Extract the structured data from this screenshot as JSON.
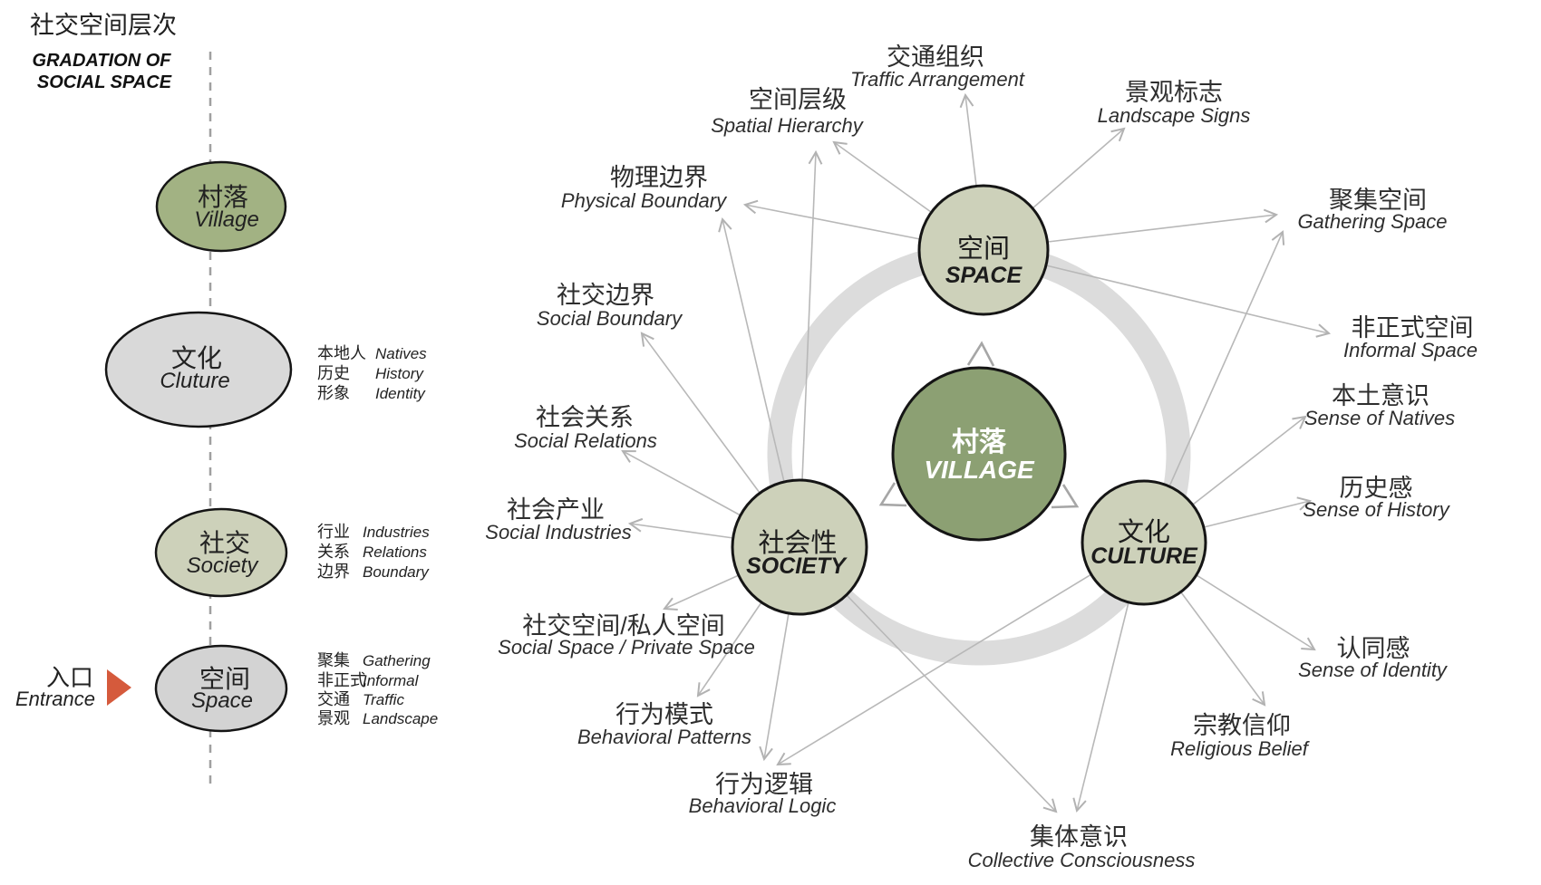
{
  "title": {
    "zh": "社交空间层次",
    "en_line1": "GRADATION OF",
    "en_line2": "SOCIAL SPACE"
  },
  "axis": {
    "village": {
      "zh": "村落",
      "en": "Village"
    },
    "culture": {
      "zh": "文化",
      "en": "Cluture"
    },
    "culture_attrs": [
      {
        "zh": "本地人",
        "en": "Natives"
      },
      {
        "zh": "历史",
        "en": "History"
      },
      {
        "zh": "形象",
        "en": "Identity"
      }
    ],
    "society": {
      "zh": "社交",
      "en": "Society"
    },
    "society_attrs": [
      {
        "zh": "行业",
        "en": "Industries"
      },
      {
        "zh": "关系",
        "en": "Relations"
      },
      {
        "zh": "边界",
        "en": "Boundary"
      }
    ],
    "space": {
      "zh": "空间",
      "en": "Space"
    },
    "space_attrs": [
      {
        "zh": "聚集",
        "en": "Gathering"
      },
      {
        "zh": "非正式",
        "en": "Informal"
      },
      {
        "zh": "交通",
        "en": "Traffic"
      },
      {
        "zh": "景观",
        "en": "Landscape"
      }
    ],
    "entrance": {
      "zh": "入口",
      "en": "Entrance"
    }
  },
  "diagram": {
    "village": {
      "zh": "村落",
      "en": "VILLAGE"
    },
    "space": {
      "zh": "空间",
      "en": "SPACE"
    },
    "society": {
      "zh": "社会性",
      "en": "SOCIETY"
    },
    "culture": {
      "zh": "文化",
      "en": "CULTURE"
    },
    "labels": {
      "traffic_arrangement": {
        "zh": "交通组织",
        "en": "Traffic Arrangement"
      },
      "landscape_signs": {
        "zh": "景观标志",
        "en": "Landscape Signs"
      },
      "spatial_hierarchy": {
        "zh": "空间层级",
        "en": "Spatial Hierarchy"
      },
      "physical_boundary": {
        "zh": "物理边界",
        "en": "Physical Boundary"
      },
      "social_boundary": {
        "zh": "社交边界",
        "en": "Social Boundary"
      },
      "social_relations": {
        "zh": "社会关系",
        "en": "Social Relations"
      },
      "social_industries": {
        "zh": "社会产业",
        "en": "Social Industries"
      },
      "social_private_space": {
        "zh": "社交空间/私人空间",
        "en": "Social Space / Private Space"
      },
      "behavioral_patterns": {
        "zh": "行为模式",
        "en": "Behavioral Patterns"
      },
      "behavioral_logic": {
        "zh": "行为逻辑",
        "en": "Behavioral Logic"
      },
      "collective_consciousness": {
        "zh": "集体意识",
        "en": "Collective Consciousness"
      },
      "religious_belief": {
        "zh": "宗教信仰",
        "en": "Religious Belief"
      },
      "sense_of_identity": {
        "zh": "认同感",
        "en": "Sense of Identity"
      },
      "sense_of_history": {
        "zh": "历史感",
        "en": "Sense of History"
      },
      "sense_of_natives": {
        "zh": "本土意识",
        "en": "Sense of Natives"
      },
      "informal_space": {
        "zh": "非正式空间",
        "en": "Informal Space"
      },
      "gathering_space": {
        "zh": "聚集空间",
        "en": "Gathering Space"
      }
    }
  },
  "colors": {
    "village_green": "#8CA073",
    "village_light_green": "#A2B283",
    "sage": "#CDD1BA",
    "gray_light": "#D9D9D9",
    "gray_mid": "#D3D3D3",
    "ring_gray": "#DCDCDC",
    "arrow_gray": "#B8B8B8",
    "entrance_orange": "#D55A3C",
    "ink": "#2E2E2E"
  }
}
